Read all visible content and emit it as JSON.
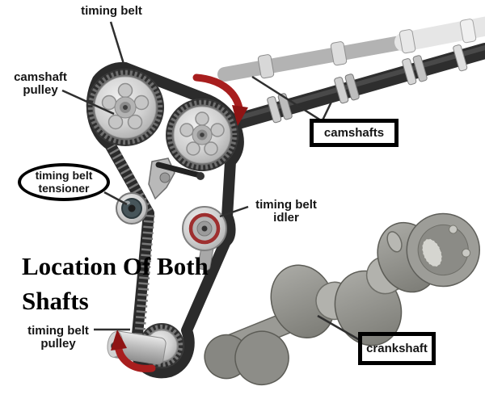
{
  "title": "Location Of Both Shafts",
  "labels": {
    "timing_belt": "timing belt",
    "camshaft_pulley": {
      "line1": "camshaft",
      "line2": "pulley"
    },
    "timing_belt_tensioner": {
      "line1": "timing belt",
      "line2": "tensioner"
    },
    "camshafts": "camshafts",
    "timing_belt_idler": {
      "line1": "timing belt",
      "line2": "idler"
    },
    "crankshaft": "crankshaft",
    "timing_belt_pulley": {
      "line1": "timing belt",
      "line2": "pulley"
    }
  },
  "icons": {
    "camshaft_rotation_arrow": "curved-red-arrow-down",
    "crank_rotation_arrow": "curved-red-arrow-up"
  },
  "colors": {
    "background": "#ffffff",
    "label_text": "#151515",
    "annotation_outline": "#000000",
    "belt": "#2b2b2b",
    "rotation_arrow": "#a81e1e",
    "pulley_silver": "#cfcfcf",
    "crankshaft_gray": "#8d8d88",
    "idler_ring_red": "#9e2f2f",
    "tensioner_teal": "#47555a"
  }
}
